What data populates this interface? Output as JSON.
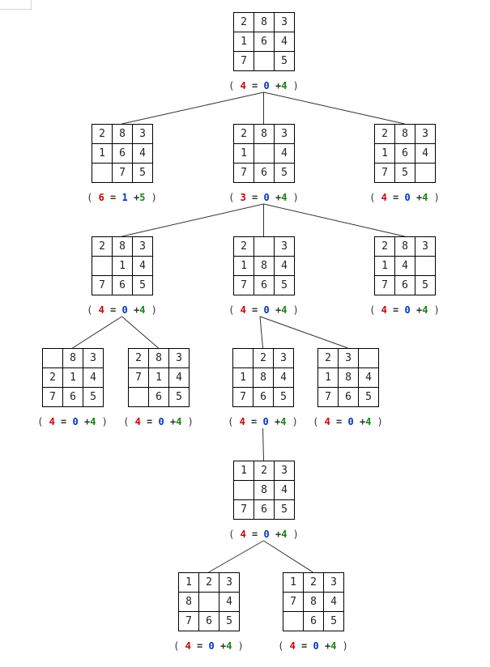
{
  "nodes": [
    {
      "id": "n0",
      "tiles": [
        "2",
        "8",
        "3",
        "1",
        "6",
        "4",
        "7",
        "",
        "5"
      ],
      "f": "4",
      "g": "0",
      "h": "4"
    },
    {
      "id": "n1",
      "tiles": [
        "2",
        "8",
        "3",
        "1",
        "6",
        "4",
        "",
        "7",
        "5"
      ],
      "f": "6",
      "g": "1",
      "h": "5"
    },
    {
      "id": "n2",
      "tiles": [
        "2",
        "8",
        "3",
        "1",
        "",
        "4",
        "7",
        "6",
        "5"
      ],
      "f": "3",
      "g": "0",
      "h": "4"
    },
    {
      "id": "n3",
      "tiles": [
        "2",
        "8",
        "3",
        "1",
        "6",
        "4",
        "7",
        "5",
        ""
      ],
      "f": "4",
      "g": "0",
      "h": "4"
    },
    {
      "id": "n4",
      "tiles": [
        "2",
        "8",
        "3",
        "",
        "1",
        "4",
        "7",
        "6",
        "5"
      ],
      "f": "4",
      "g": "0",
      "h": "4"
    },
    {
      "id": "n5",
      "tiles": [
        "2",
        "",
        "3",
        "1",
        "8",
        "4",
        "7",
        "6",
        "5"
      ],
      "f": "4",
      "g": "0",
      "h": "4"
    },
    {
      "id": "n6",
      "tiles": [
        "2",
        "8",
        "3",
        "1",
        "4",
        "",
        "7",
        "6",
        "5"
      ],
      "f": "4",
      "g": "0",
      "h": "4"
    },
    {
      "id": "n7",
      "tiles": [
        "",
        "8",
        "3",
        "2",
        "1",
        "4",
        "7",
        "6",
        "5"
      ],
      "f": "4",
      "g": "0",
      "h": "4"
    },
    {
      "id": "n8",
      "tiles": [
        "2",
        "8",
        "3",
        "7",
        "1",
        "4",
        "",
        "6",
        "5"
      ],
      "f": "4",
      "g": "0",
      "h": "4"
    },
    {
      "id": "n9",
      "tiles": [
        "",
        "2",
        "3",
        "1",
        "8",
        "4",
        "7",
        "6",
        "5"
      ],
      "f": "4",
      "g": "0",
      "h": "4"
    },
    {
      "id": "n10",
      "tiles": [
        "2",
        "3",
        "",
        "1",
        "8",
        "4",
        "7",
        "6",
        "5"
      ],
      "f": "4",
      "g": "0",
      "h": "4"
    },
    {
      "id": "n11",
      "tiles": [
        "1",
        "2",
        "3",
        "",
        "8",
        "4",
        "7",
        "6",
        "5"
      ],
      "f": "4",
      "g": "0",
      "h": "4"
    },
    {
      "id": "n12",
      "tiles": [
        "1",
        "2",
        "3",
        "8",
        "",
        "4",
        "7",
        "6",
        "5"
      ],
      "f": "4",
      "g": "0",
      "h": "4"
    },
    {
      "id": "n13",
      "tiles": [
        "1",
        "2",
        "3",
        "7",
        "8",
        "4",
        "",
        "6",
        "5"
      ],
      "f": "4",
      "g": "0",
      "h": "4"
    }
  ],
  "edges": [
    [
      "n0",
      "n1"
    ],
    [
      "n0",
      "n2"
    ],
    [
      "n0",
      "n3"
    ],
    [
      "n2",
      "n4"
    ],
    [
      "n2",
      "n5"
    ],
    [
      "n2",
      "n6"
    ],
    [
      "n4",
      "n7"
    ],
    [
      "n4",
      "n8"
    ],
    [
      "n5",
      "n9"
    ],
    [
      "n5",
      "n10"
    ],
    [
      "n9",
      "n11"
    ],
    [
      "n11",
      "n12"
    ],
    [
      "n11",
      "n13"
    ]
  ],
  "label_tokens": {
    "open": "(",
    "eq": "=",
    "plus": "+",
    "close": ")"
  },
  "colors": {
    "f": "#d40000",
    "g": "#0033cc",
    "h": "#118811",
    "line": "#333333"
  }
}
